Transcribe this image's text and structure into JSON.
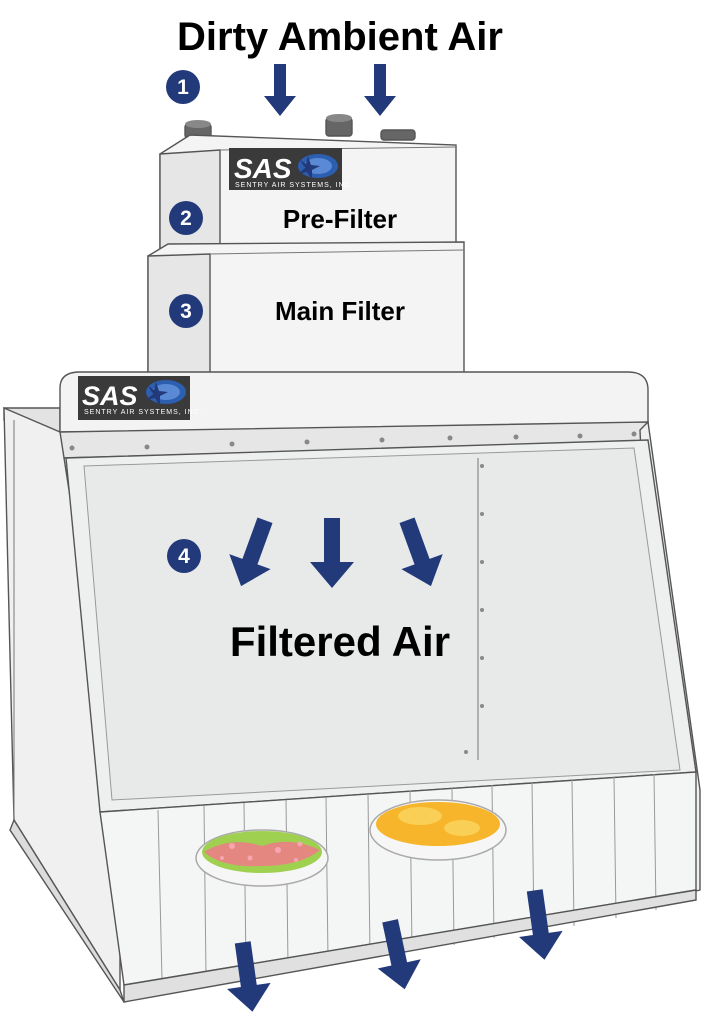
{
  "title": "Dirty Ambient Air",
  "steps": [
    {
      "number": "1",
      "label": ""
    },
    {
      "number": "2",
      "label": "Pre-Filter"
    },
    {
      "number": "3",
      "label": "Main Filter"
    },
    {
      "number": "4",
      "label": "Filtered Air"
    }
  ],
  "logo": {
    "mark": "SAS",
    "tagline": "SENTRY AIR SYSTEMS, INC."
  },
  "colors": {
    "accent": "#233a7a",
    "cabinet": "#f2f2f2",
    "panel": "#e9ecec",
    "logo_bg": "#3a3a3a",
    "dish_left": "#9fd04f",
    "dish_left_spots": "#f07a8a",
    "dish_right": "#f6b52a"
  },
  "icons": [
    "down-arrow-icon",
    "logo-star-icon",
    "petri-dish-icon"
  ]
}
